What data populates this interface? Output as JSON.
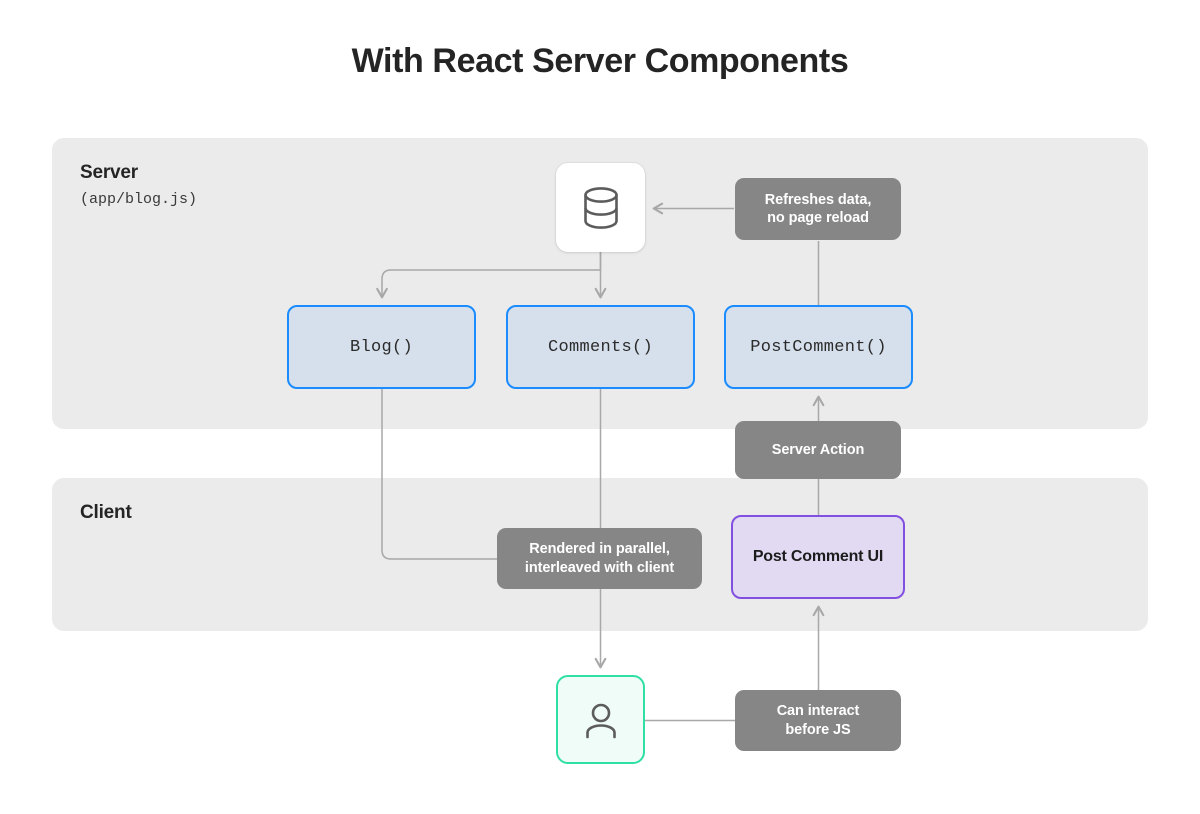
{
  "title": "With React Server Components",
  "colors": {
    "page_background": "#ffffff",
    "panel_background": "#ebebeb",
    "title_text": "#242424",
    "server_component_border": "#1a8cff",
    "server_component_fill": "#d6e0ec",
    "note_fill": "#868686",
    "note_text": "#ffffff",
    "client_component_border": "#8250e0",
    "client_component_fill": "#e2d9f3",
    "user_border": "#2ee0a6",
    "user_fill": "#effcf7",
    "connector_line": "#a8a8a8",
    "icon_stroke": "#5c5c5c"
  },
  "panels": {
    "server": {
      "label": "Server",
      "sublabel": "(app/blog.js)"
    },
    "client": {
      "label": "Client",
      "sublabel": ""
    }
  },
  "nodes": {
    "database": {
      "icon": "database-icon",
      "label": ""
    },
    "refreshes_data": {
      "line1": "Refreshes data,",
      "line2": "no page reload"
    },
    "blog": {
      "label": "Blog()"
    },
    "comments": {
      "label": "Comments()"
    },
    "post_comment": {
      "label": "PostComment()"
    },
    "server_action": {
      "label": "Server Action"
    },
    "rendered_parallel": {
      "line1": "Rendered in parallel,",
      "line2": "interleaved with client"
    },
    "post_comment_ui": {
      "label": "Post Comment UI"
    },
    "user": {
      "icon": "user-icon",
      "label": ""
    },
    "can_interact": {
      "line1": "Can interact",
      "line2": "before JS"
    }
  },
  "connections": [
    {
      "from": "database",
      "to": "blog",
      "arrow": true
    },
    {
      "from": "database",
      "to": "comments",
      "arrow": true
    },
    {
      "from": "refreshes_data",
      "to": "database",
      "arrow": true
    },
    {
      "from": "refreshes_data",
      "to": "post_comment",
      "arrow": false
    },
    {
      "from": "blog",
      "to": "rendered_parallel",
      "arrow": false
    },
    {
      "from": "comments",
      "to": "user",
      "arrow": true
    },
    {
      "from": "server_action",
      "to": "post_comment",
      "arrow": true
    },
    {
      "from": "post_comment_ui",
      "to": "server_action",
      "arrow": false
    },
    {
      "from": "can_interact",
      "to": "post_comment_ui",
      "arrow": true
    },
    {
      "from": "user",
      "to": "can_interact",
      "arrow": false
    }
  ]
}
